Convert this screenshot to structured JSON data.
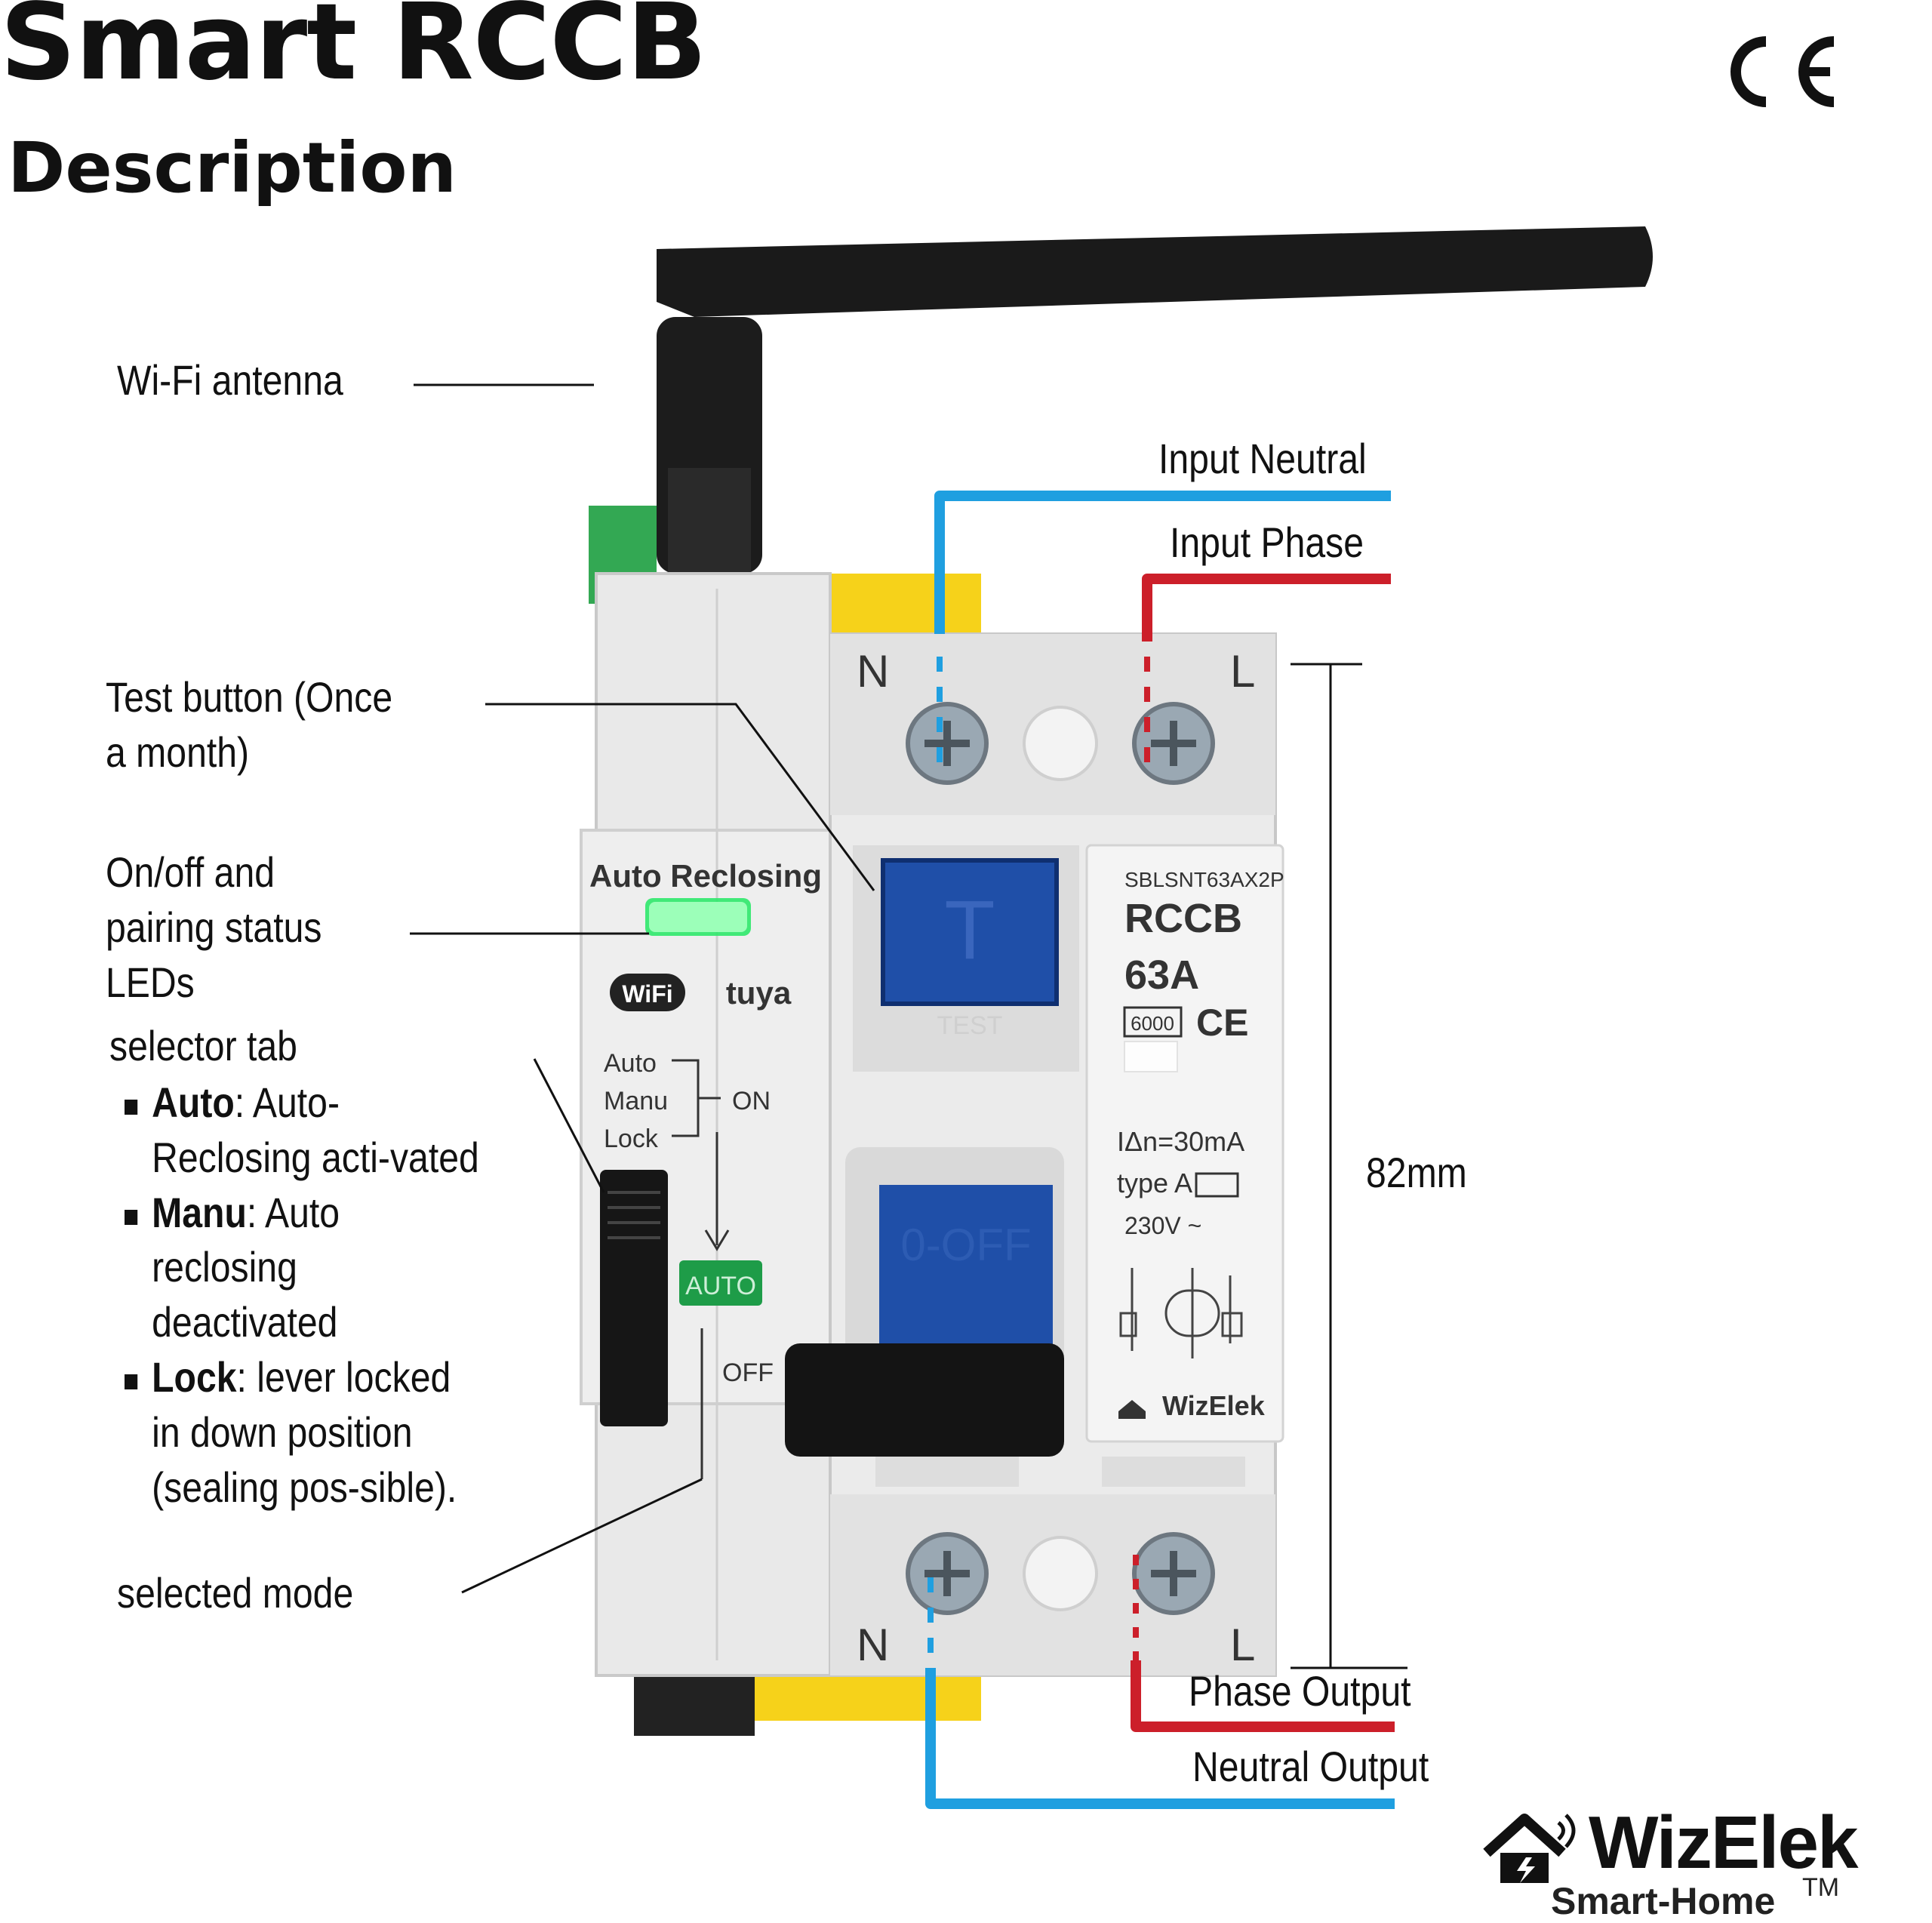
{
  "header": {
    "title": "Smart RCCB",
    "subtitle": "Description",
    "ce_mark": "CE"
  },
  "callouts": {
    "antenna": "Wi-Fi antenna",
    "test_button": "Test button (Once a month)",
    "leds": "On/off and pairing status LEDs",
    "selector_title": "selector tab",
    "modes": [
      {
        "name": "Auto",
        "desc": ": Auto-Reclosing acti-vated"
      },
      {
        "name": "Manu",
        "desc": ": Auto reclosing deactivated"
      },
      {
        "name": "Lock",
        "desc": ": lever locked in down position (sealing pos-sible)."
      }
    ],
    "selected_mode": "selected mode"
  },
  "wires": {
    "input_neutral": "Input Neutral",
    "input_phase": "Input Phase",
    "phase_output": "Phase Output",
    "neutral_output": "Neutral Output",
    "neutral_color": "#1f9fe0",
    "phase_color": "#cc1f2a"
  },
  "dimension": {
    "height_label": "82mm"
  },
  "device": {
    "module_header": "Auto Reclosing",
    "wifi_badge": "WiFi",
    "tuya_label": "tuya",
    "selector_options": [
      "Auto",
      "Manu",
      "Lock"
    ],
    "on_label": "ON",
    "off_label": "OFF",
    "auto_indicator": "AUTO",
    "terminal_n": "N",
    "terminal_l": "L",
    "test_key": "T",
    "test_caption": "TEST",
    "model": "SBLSNT63AX2P",
    "type_name": "RCCB",
    "rating": "63A",
    "breaking_capacity": "6000",
    "residual_current": "IΔn=30mA",
    "rcd_type": "type A",
    "voltage": "230V ~",
    "lever_text": "0-OFF",
    "brand_small": "WizElek",
    "led_color": "#2ee86a",
    "housing_yellow": "#f6d21a",
    "blue_part": "#1f4fa8"
  },
  "brand": {
    "name": "WizElek",
    "tagline": "Smart-Home",
    "trademark": "TM"
  }
}
